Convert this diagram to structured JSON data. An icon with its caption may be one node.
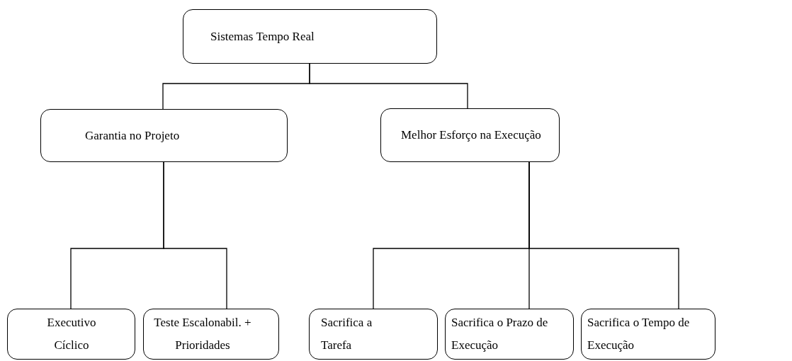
{
  "diagram": {
    "nodes": [
      {
        "text": [
          "Sistemas Tempo Real"
        ]
      },
      {
        "text": [
          "Garantia no Projeto"
        ]
      },
      {
        "text": [
          "Melhor Esforço na Execução"
        ]
      },
      {
        "text": [
          "Executivo Cíclico"
        ]
      },
      {
        "text": [
          "Teste Escalonabil. + Prioridades"
        ]
      },
      {
        "text": [
          "Sacrifica a Tarefa"
        ]
      },
      {
        "text": [
          "Sacrifica o Prazo de Execução"
        ]
      },
      {
        "text": [
          "Sacrifica o Tempo de Execução"
        ]
      }
    ],
    "edges": [
      {
        "from": 0,
        "to": 1,
        "arrow": "none"
      },
      {
        "from": 0,
        "to": 2,
        "arrow": "none"
      },
      {
        "from": 1,
        "to": 3,
        "arrow": "none"
      },
      {
        "from": 1,
        "to": 4,
        "arrow": "none"
      },
      {
        "from": 2,
        "to": 5,
        "arrow": "none"
      },
      {
        "from": 2,
        "to": 6,
        "arrow": "none"
      },
      {
        "from": 2,
        "to": 7,
        "arrow": "none"
      }
    ]
  }
}
